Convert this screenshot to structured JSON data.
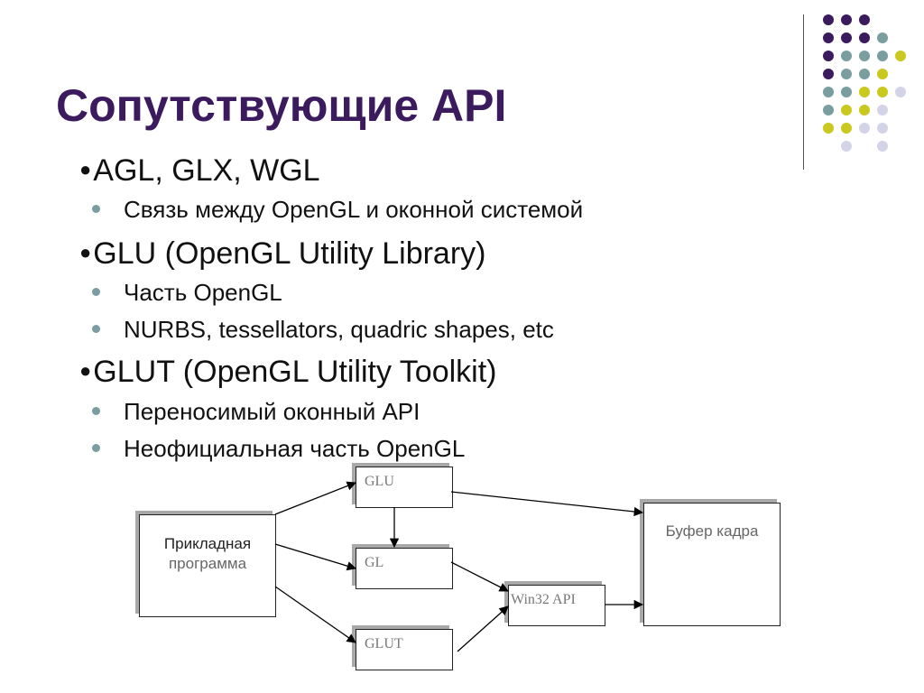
{
  "slide": {
    "title": "Сопутствующие API",
    "bullets": [
      {
        "text": "AGL, GLX, WGL",
        "subs": [
          "Связь между OpenGL и оконной системой"
        ]
      },
      {
        "text": "GLU (OpenGL Utility Library)",
        "subs": [
          "Часть OpenGL",
          "NURBS, tessellators, quadric shapes, etc"
        ]
      },
      {
        "text": "GLUT (OpenGL Utility Toolkit)",
        "subs": [
          "Переносимый оконный API",
          "Неофициальная часть OpenGL"
        ]
      }
    ]
  },
  "diagram": {
    "app_label_line1": "Прикладная",
    "app_label_line2": "программа",
    "glu": "GLU",
    "gl": "GL",
    "glut": "GLUT",
    "win32": "Win32 API",
    "framebuffer": "Буфер кадра"
  },
  "colors": {
    "title": "#3b1a5e",
    "purple": "#3b1a5e",
    "teal": "#7a9da0",
    "yellow": "#c8c81e",
    "lavender": "#d4d4e8"
  }
}
